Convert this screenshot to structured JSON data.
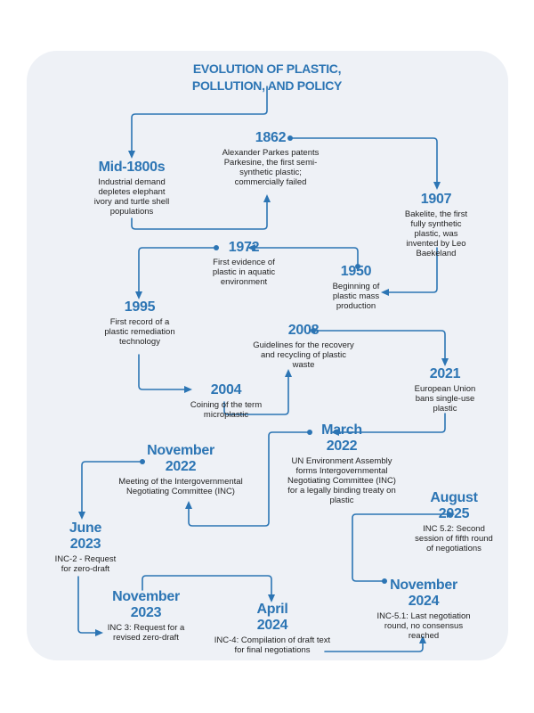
{
  "title": "EVOLUTION OF PLASTIC, POLLUTION, AND POLICY",
  "colors": {
    "accent": "#2c75b4",
    "panel": "#eef1f6",
    "text": "#1f1f1f"
  },
  "events": [
    {
      "year": "Mid-1800s",
      "desc": "Industrial demand depletes elephant ivory and turtle shell populations"
    },
    {
      "year": "1862",
      "desc": "Alexander Parkes patents Parkesine, the first semi-synthetic plastic; commercially failed"
    },
    {
      "year": "1907",
      "desc": "Bakelite, the first fully synthetic plastic, was invented by Leo Baekeland"
    },
    {
      "year": "1950",
      "desc": "Beginning of plastic mass production"
    },
    {
      "year": "1972",
      "desc": "First evidence of plastic in aquatic environment"
    },
    {
      "year": "1995",
      "desc": "First record of a plastic remediation technology"
    },
    {
      "year": "2004",
      "desc": "Coining of the term microplastic"
    },
    {
      "year": "2008",
      "desc": "Guidelines for the recovery and recycling of plastic waste"
    },
    {
      "year": "2021",
      "desc": "European Union bans single-use plastic"
    },
    {
      "year": "March 2022",
      "desc": "UN Environment Assembly forms Intergovernmental Negotiating Committee (INC) for a legally binding treaty on plastic"
    },
    {
      "year": "November 2022",
      "desc": "Meeting of the Intergovernmental Negotiating Committee (INC)"
    },
    {
      "year": "June 2023",
      "desc": "INC-2 - Request for zero-draft"
    },
    {
      "year": "November 2023",
      "desc": "INC 3: Request for a revised zero-draft"
    },
    {
      "year": "April 2024",
      "desc": "INC-4: Compilation of draft text for final negotiations"
    },
    {
      "year": "November 2024",
      "desc": "INC-5.1: Last negotiation round, no consensus reached"
    },
    {
      "year": "August 2025",
      "desc": "INC 5.2: Second session of fifth round of negotiations"
    }
  ]
}
